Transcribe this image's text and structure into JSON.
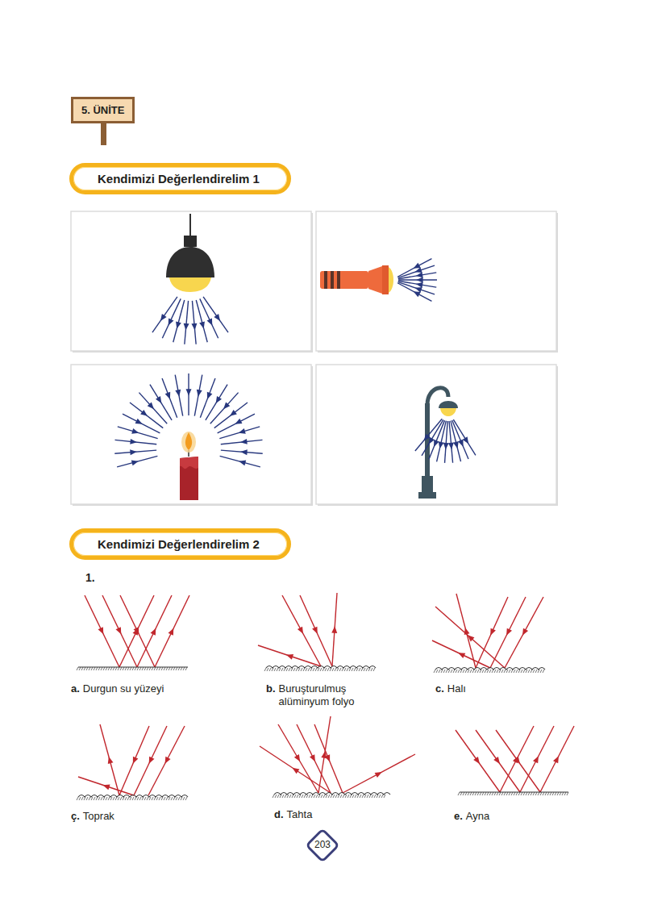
{
  "diagram": {
    "nodes": [
      {
        "text": [
          "5. ÜNİTE"
        ]
      },
      {
        "text": [
          "Kendimizi Değerlendirelim 1"
        ]
      },
      {
        "text": [
          "Kendimizi Değerlendirelim 2"
        ]
      },
      {
        "text": [
          "203"
        ]
      }
    ],
    "labels": [
      "1.",
      "a.",
      "Durgun su yüzeyi",
      "b.",
      "Buruşturulmuş alüminyum folyo",
      "c.",
      "Halı",
      "ç.",
      "Toprak",
      "d.",
      "Tahta",
      "e.",
      "Ayna"
    ]
  }
}
